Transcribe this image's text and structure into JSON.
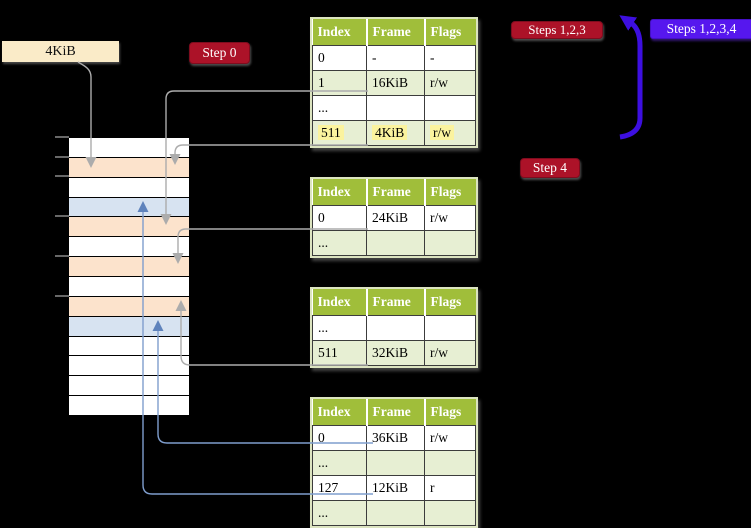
{
  "diagram": {
    "frame_size_label": "4KiB",
    "badges": {
      "step0": "Step 0",
      "steps123": "Steps 1,2,3",
      "steps1234": "Steps 1,2,3,4",
      "step4": "Step 4"
    },
    "colors": {
      "background": "#000000",
      "table_header_green": "#A0BE3A",
      "table_row_green": "#E7EFD3",
      "highlight_yellow": "#FBF39E",
      "frame_peach": "#FCE3CC",
      "frame_blue": "#D7E3F1",
      "frame_unused": "#FFFFFF",
      "badge_red": "#AC1228",
      "badge_violet": "#5617EE",
      "arrow_violet": "#3D0FE0",
      "connector_gray": "#ABABAB",
      "connector_blue": "#7F9ECE",
      "frame_box_wheat": "#FAEBC8"
    },
    "memory_strip": {
      "rows": [
        "unused",
        "page-table",
        "unused",
        "mapped-page",
        "page-table",
        "unused",
        "page-table",
        "unused",
        "page-table",
        "mapped-page",
        "unused",
        "unused",
        "unused",
        "unused"
      ]
    },
    "page_tables": [
      {
        "columns": [
          "Index",
          "Frame",
          "Flags"
        ],
        "rows": [
          [
            "0",
            "-",
            "-"
          ],
          [
            "1",
            "16KiB",
            "r/w"
          ],
          [
            "...",
            "",
            ""
          ],
          [
            "511",
            "4KiB",
            "r/w"
          ]
        ],
        "highlight_row": 3
      },
      {
        "columns": [
          "Index",
          "Frame",
          "Flags"
        ],
        "rows": [
          [
            "0",
            "24KiB",
            "r/w"
          ],
          [
            "...",
            "",
            ""
          ]
        ]
      },
      {
        "columns": [
          "Index",
          "Frame",
          "Flags"
        ],
        "rows": [
          [
            "...",
            "",
            ""
          ],
          [
            "511",
            "32KiB",
            "r/w"
          ]
        ]
      },
      {
        "columns": [
          "Index",
          "Frame",
          "Flags"
        ],
        "rows": [
          [
            "0",
            "36KiB",
            "r/w"
          ],
          [
            "...",
            "",
            ""
          ],
          [
            "127",
            "12KiB",
            "r"
          ],
          [
            "...",
            "",
            ""
          ]
        ]
      }
    ]
  }
}
